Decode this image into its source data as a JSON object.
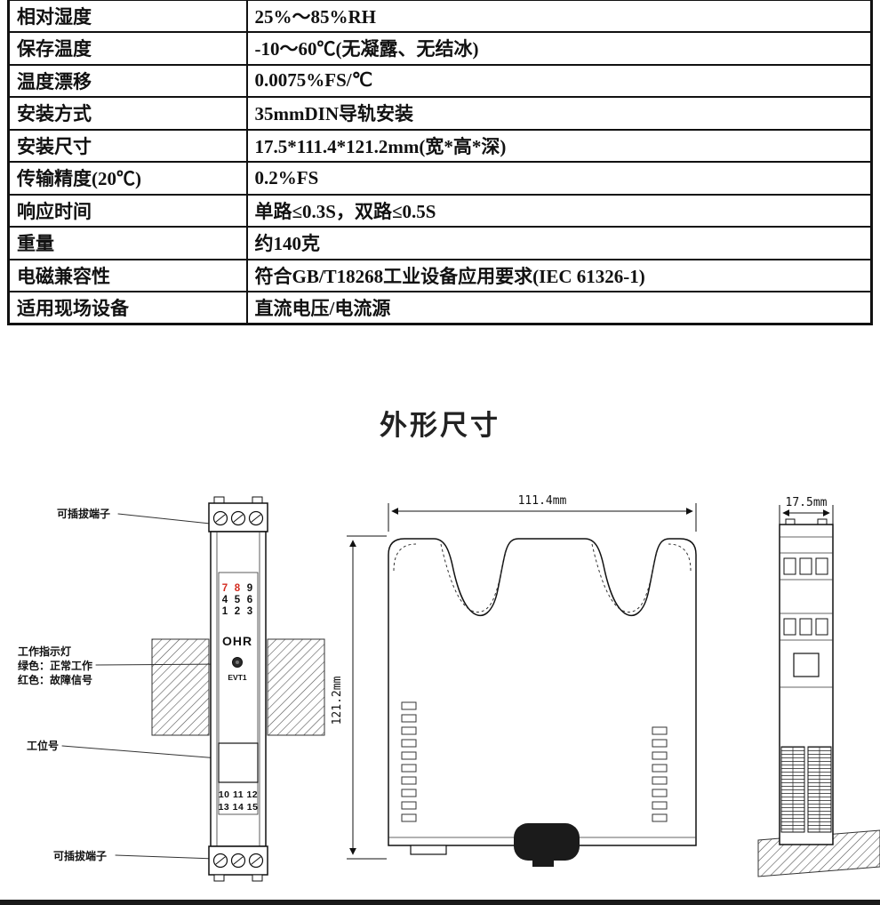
{
  "colors": {
    "line": "#111111",
    "terminal_red": "#d42a1e"
  },
  "spec_table": {
    "rows": [
      {
        "label": "相对湿度",
        "value": "25%～85%RH"
      },
      {
        "label": "保存温度",
        "value": "-10～60℃(无凝露、无结冰)"
      },
      {
        "label": "温度漂移",
        "value": "0.0075%FS/℃"
      },
      {
        "label": "安装方式",
        "value": "35mmDIN导轨安装"
      },
      {
        "label": "安装尺寸",
        "value": "17.5*111.4*121.2mm(宽*高*深)"
      },
      {
        "label": "传输精度(20℃)",
        "value": "0.2%FS"
      },
      {
        "label": "响应时间",
        "value": "单路≤0.3S，双路≤0.5S"
      },
      {
        "label": "重量",
        "value": "约140克"
      },
      {
        "label": "电磁兼容性",
        "value": "符合GB/T18268工业设备应用要求(IEC 61326-1)"
      },
      {
        "label": "适用现场设备",
        "value": "直流电压/电流源"
      }
    ]
  },
  "section_title": "外形尺寸",
  "front_view": {
    "labels": {
      "top_terminal": "可插拔端子",
      "indicator": [
        "工作指示灯",
        "绿色：正常工作",
        "红色：故障信号"
      ],
      "station": "工位号",
      "bottom_terminal": "可插拔端子"
    },
    "terminal_grid_top": [
      [
        "7",
        "8",
        "9"
      ],
      [
        "4",
        "5",
        "6"
      ],
      [
        "1",
        "2",
        "3"
      ]
    ],
    "terminal_rows_bottom": [
      "10 11 12",
      "13 14 15"
    ],
    "brand": "OHR",
    "led_label": "EVT1"
  },
  "dimensions": {
    "width": "111.4mm",
    "height": "121.2mm",
    "depth": "17.5mm"
  }
}
